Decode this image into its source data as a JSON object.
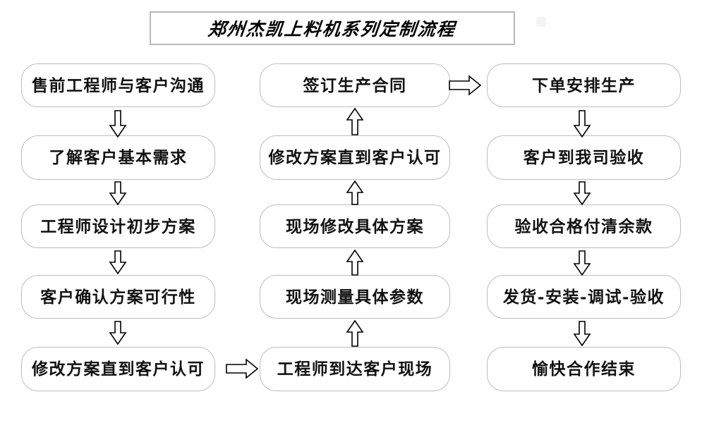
{
  "title": {
    "text": "郑州杰凯上料机系列定制流程"
  },
  "chart_data": {
    "type": "diagram",
    "title": "郑州杰凯上料机系列定制流程",
    "columns": [
      {
        "name": "left-column",
        "direction": "down",
        "nodes": [
          "售前工程师与客户沟通",
          "了解客户基本需求",
          "工程师设计初步方案",
          "客户确认方案可行性",
          "修改方案直到客户认可"
        ]
      },
      {
        "name": "middle-column",
        "direction": "up",
        "nodes": [
          "签订生产合同",
          "修改方案直到客户认可",
          "现场修改具体方案",
          "现场测量具体参数",
          "工程师到达客户现场"
        ]
      },
      {
        "name": "right-column",
        "direction": "down",
        "nodes": [
          "下单安排生产",
          "客户到我司验收",
          "验收合格付清余款",
          "发货-安装-调试-验收",
          "愉快合作结束"
        ]
      }
    ],
    "connectors": [
      {
        "from": "left-5",
        "to": "middle-5",
        "direction": "right"
      },
      {
        "from": "middle-1",
        "to": "right-1",
        "direction": "right"
      }
    ]
  },
  "flow": {
    "left": {
      "nodes": [
        {
          "label": "售前工程师与客户沟通"
        },
        {
          "label": "了解客户基本需求"
        },
        {
          "label": "工程师设计初步方案"
        },
        {
          "label": "客户确认方案可行性"
        },
        {
          "label": "修改方案直到客户认可"
        }
      ]
    },
    "middle": {
      "nodes": [
        {
          "label": "签订生产合同"
        },
        {
          "label": "修改方案直到客户认可"
        },
        {
          "label": "现场修改具体方案"
        },
        {
          "label": "现场测量具体参数"
        },
        {
          "label": "工程师到达客户现场"
        }
      ]
    },
    "right": {
      "nodes": [
        {
          "label": "下单安排生产"
        },
        {
          "label": "客户到我司验收"
        },
        {
          "label": "验收合格付清余款"
        },
        {
          "label": "发货-安装-调试-验收"
        },
        {
          "label": "愉快合作结束"
        }
      ]
    }
  },
  "colors": {
    "node_border": "#bdbdbd",
    "title_border": "#b9b9b9",
    "text": "#111111",
    "arrow_stroke": "#000000",
    "background": "#ffffff"
  }
}
